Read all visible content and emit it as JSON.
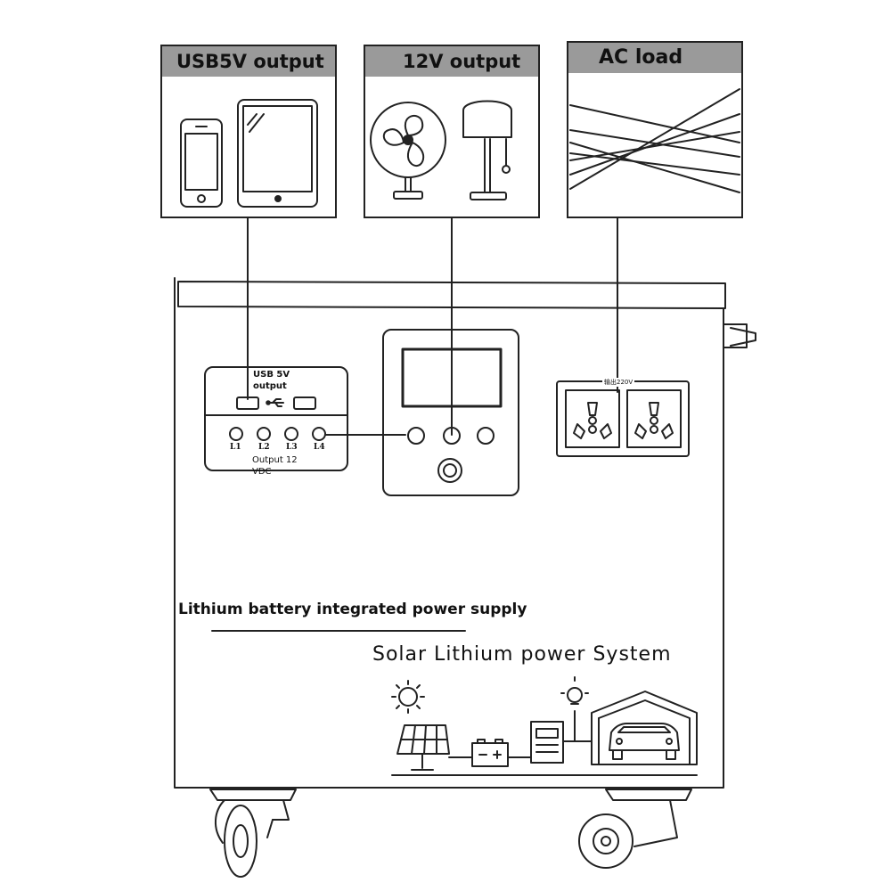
{
  "panels": {
    "usb": {
      "title": "USB5V output"
    },
    "dc12": {
      "title": "12V output"
    },
    "ac": {
      "title": "AC load"
    }
  },
  "device": {
    "usb_port_label": "USB 5V\noutput",
    "light_ports": [
      "L1",
      "L2",
      "L3",
      "L4"
    ],
    "dc_label": "Output 12\nVDC",
    "socket_label": "输出220V",
    "heading": "Lithium battery integrated power supply",
    "subtitle": "Solar Lithium power System"
  },
  "icons": [
    "phone-icon",
    "tablet-icon",
    "fan-icon",
    "lamp-icon",
    "sun-icon",
    "solar-panel-icon",
    "battery-icon",
    "inverter-icon",
    "lightbulb-icon",
    "garage-icon",
    "car-icon",
    "usb-symbol-icon",
    "outlet-icon"
  ]
}
